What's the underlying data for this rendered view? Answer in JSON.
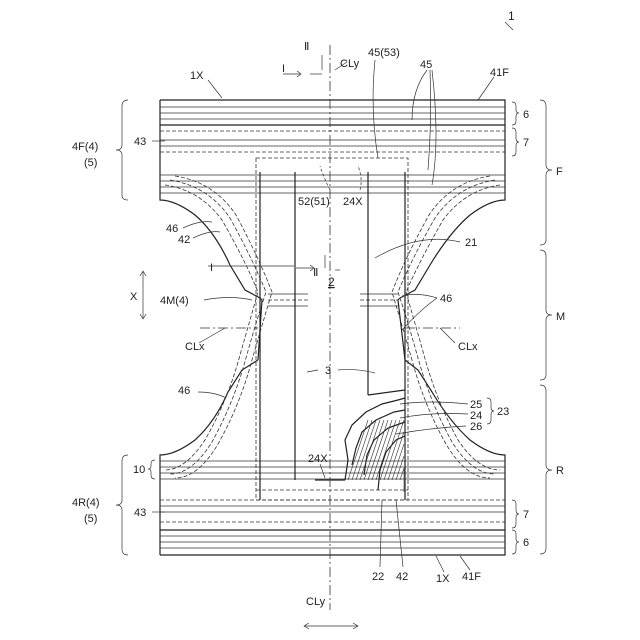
{
  "labels": {
    "fig_num": "1",
    "top_1x": "1X",
    "cly_top": "CLy",
    "sec_II_top": "Ⅱ",
    "sec_I_top": "I",
    "lbl_45_53": "45(53)",
    "lbl_45": "45",
    "lbl_41f_top": "41F",
    "lbl_6_top": "6",
    "lbl_7_top": "7",
    "lbl_4f_a": "4F(4)",
    "lbl_4f_b": "(5)",
    "lbl_43_top": "43",
    "lbl_f": "F",
    "lbl_52_51": "52(51)",
    "lbl_24x_top": "24X",
    "lbl_46_ul": "46",
    "lbl_42_l": "42",
    "lbl_21": "21",
    "lbl_I_mid": "I",
    "lbl_II_mid": "Ⅱ",
    "lbl_2": "2",
    "lbl_x": "X",
    "lbl_4m_a": "4M(4)",
    "lbl_46_r": "46",
    "lbl_m": "M",
    "lbl_clx_l": "CLx",
    "lbl_clx_r": "CLx",
    "lbl_3": "3",
    "lbl_46_ll": "46",
    "lbl_25": "25",
    "lbl_24": "24",
    "lbl_23": "23",
    "lbl_26": "26",
    "lbl_10": "10",
    "lbl_24x_bot": "24X",
    "lbl_r": "R",
    "lbl_4r_a": "4R(4)",
    "lbl_4r_b": "(5)",
    "lbl_43_bot": "43",
    "lbl_7_bot": "7",
    "lbl_6_bot": "6",
    "lbl_22": "22",
    "lbl_42_bot": "42",
    "lbl_1x_bot": "1X",
    "lbl_41f_bot": "41F",
    "cly_bot": "CLy"
  }
}
